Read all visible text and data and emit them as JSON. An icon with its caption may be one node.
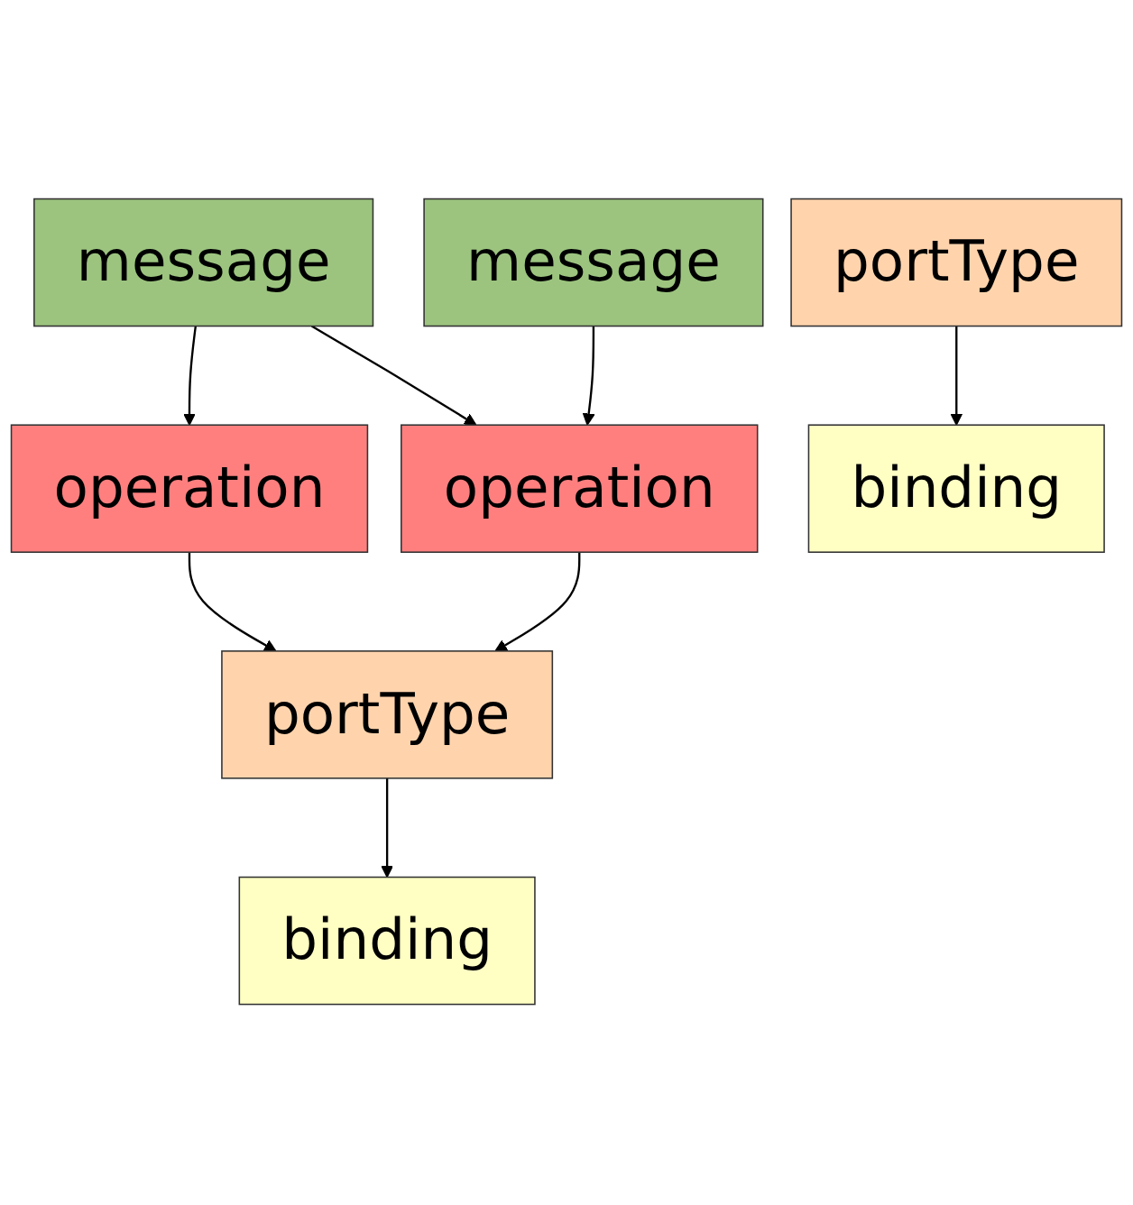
{
  "diagram": {
    "nodes": [
      {
        "text": [
          "message"
        ]
      },
      {
        "text": [
          "message"
        ]
      },
      {
        "text": [
          "operation"
        ]
      },
      {
        "text": [
          "operation"
        ]
      },
      {
        "text": [
          "portType"
        ]
      },
      {
        "text": [
          "portType"
        ]
      },
      {
        "text": [
          "binding"
        ]
      },
      {
        "text": [
          "binding"
        ]
      }
    ],
    "edges": [
      {
        "from": 0,
        "to": 2,
        "arrow": "to"
      },
      {
        "from": 0,
        "to": 3,
        "arrow": "to"
      },
      {
        "from": 1,
        "to": 3,
        "arrow": "to"
      },
      {
        "from": 2,
        "to": 4,
        "arrow": "to"
      },
      {
        "from": 3,
        "to": 4,
        "arrow": "to"
      },
      {
        "from": 4,
        "to": 6,
        "arrow": "to"
      },
      {
        "from": 5,
        "to": 7,
        "arrow": "to"
      }
    ]
  }
}
